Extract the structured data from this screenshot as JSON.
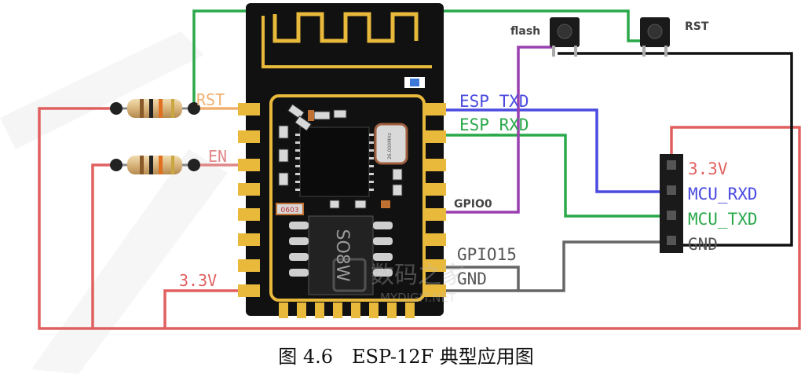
{
  "module": {
    "antenna_label": "",
    "ic_label": "",
    "flash_chip_label": "SO8W",
    "crystal_label": "26.000MHz",
    "resistor_label": "0603"
  },
  "labels": {
    "rst": "RST",
    "en": "EN",
    "v33_left": "3.3V",
    "esp_txd": "ESP_TXD",
    "esp_rxd": "ESP_RXD",
    "gpio0": "GPIO0",
    "gpio15": "GPIO15",
    "gnd_module": "GND",
    "flash_button": "flash",
    "rst_button": "RST"
  },
  "header": {
    "pins": [
      "3.3V",
      "MCU_RXD",
      "MCU_TXD",
      "GND"
    ]
  },
  "watermark": {
    "cn": "数码之家",
    "en": "MYDIGIT.NET"
  },
  "caption": "图 4.6　ESP-12F 典型应用图",
  "colors": {
    "red_wire": "#e06060",
    "green_wire": "#2aa84a",
    "blue_wire": "#4a4ae0",
    "purple_wire": "#9a3fb0",
    "black_wire": "#111111",
    "gray_wire": "#666666",
    "pcb": "#111111",
    "gold": "#e8b93a"
  },
  "icons": [
    "tact-switch-icon",
    "resistor-icon",
    "pin-header-icon"
  ]
}
